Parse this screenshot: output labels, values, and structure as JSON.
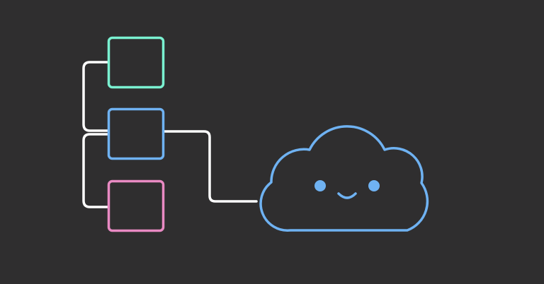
{
  "colors": {
    "background": "#2f2e2f",
    "connector": "#ffffff",
    "node_top": "#7af1d1",
    "node_middle": "#6fb2f2",
    "node_bottom": "#e98ac3",
    "cloud": "#6fb2f2",
    "cloud_face": "#6fb2f2"
  },
  "nodes": [
    {
      "id": "node-top",
      "color_key": "node_top"
    },
    {
      "id": "node-middle",
      "color_key": "node_middle"
    },
    {
      "id": "node-bottom",
      "color_key": "node_bottom"
    }
  ],
  "cloud": {
    "expression": "smile"
  }
}
